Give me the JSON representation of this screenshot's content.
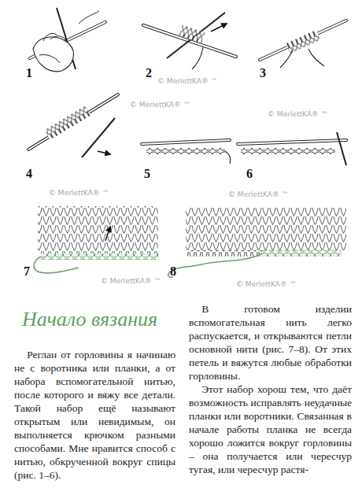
{
  "diagram": {
    "title": "Начало вязания",
    "labels": [
      "1",
      "2",
      "3",
      "4",
      "5",
      "6",
      "7",
      "8",
      "© MerlettKA® ™",
      "© MerlettKA® ™",
      "© MerlettKA® ™",
      "© MerlettKA® ™",
      "© MerlettKA® ™",
      "© MerlettKA® ™",
      "© MerlettKA® ™",
      "Реглан от горловины я начинаю не с воротника или планки, а от набора вспомогательной нитью, после которого и вяжу все детали. Такой набор ещё называют открытым или невидимым, он выполняется крючком разными способами. Мне нравится способ с нитью, обкрученной вокруг спицы (рис. 1–6).",
      "В готовом изделии вспомогательная нить легко распускается, и открываются петли основной нити (рис. 7–8). От этих петель и вяжутся любые обработки горловины.",
      "Этот набор хорош тем, что даёт возможность исправлять неудачные планки или воротники. Связанная в начале работы планка не всегда хорошо ложится вокруг горловины – она получается или чересчур тугая, или чересчур растя-"
    ]
  }
}
